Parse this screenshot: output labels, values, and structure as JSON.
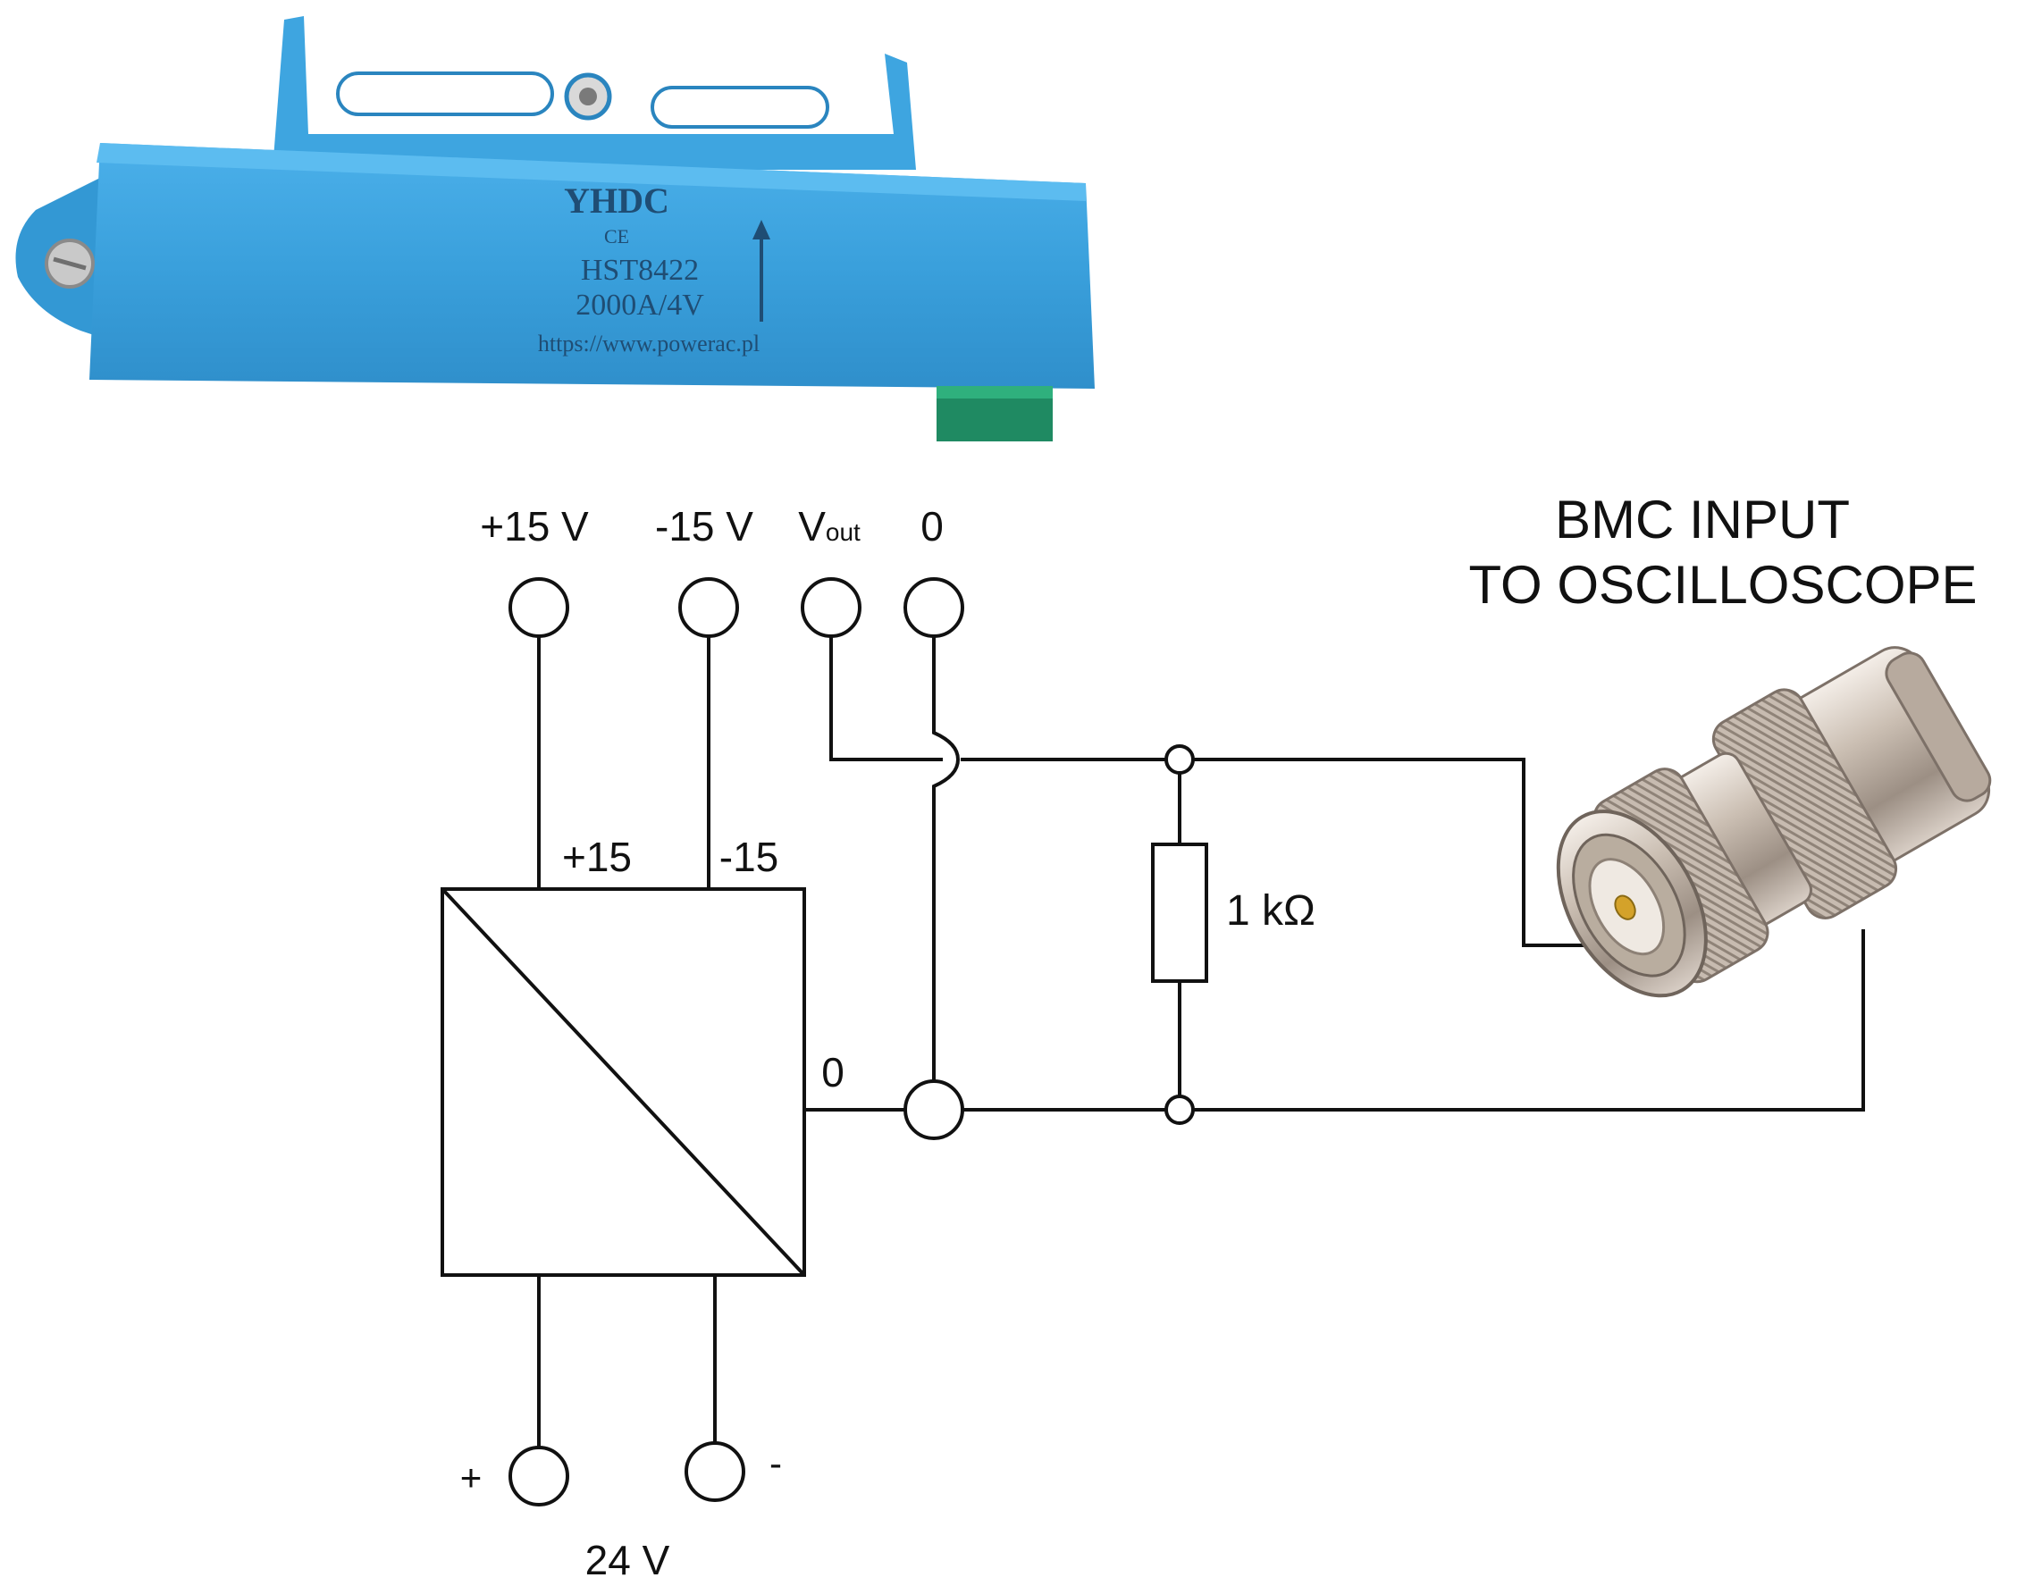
{
  "sensor": {
    "brand": "YHDC",
    "ce_mark": "CE",
    "model": "HST8422",
    "rating": "2000A/4V",
    "url": "https://www.powerac.pl",
    "body_color": "#3aa0dc",
    "terminal_color": "#1f8a62"
  },
  "terminals": {
    "plus15v": "+15 V",
    "minus15v": "-15 V",
    "vout_main": "V",
    "vout_sub": "out",
    "zero": "0"
  },
  "converter": {
    "plus15": "+15",
    "minus15": "-15",
    "zero": "0"
  },
  "resistor": {
    "label": "1 kΩ"
  },
  "supply": {
    "plus": "+",
    "minus": "-",
    "label": "24 V"
  },
  "bnc": {
    "title_line1": "BMC INPUT",
    "title_line2": "TO OSCILLOSCOPE"
  },
  "colors": {
    "wire": "#111111",
    "background": "#ffffff"
  }
}
